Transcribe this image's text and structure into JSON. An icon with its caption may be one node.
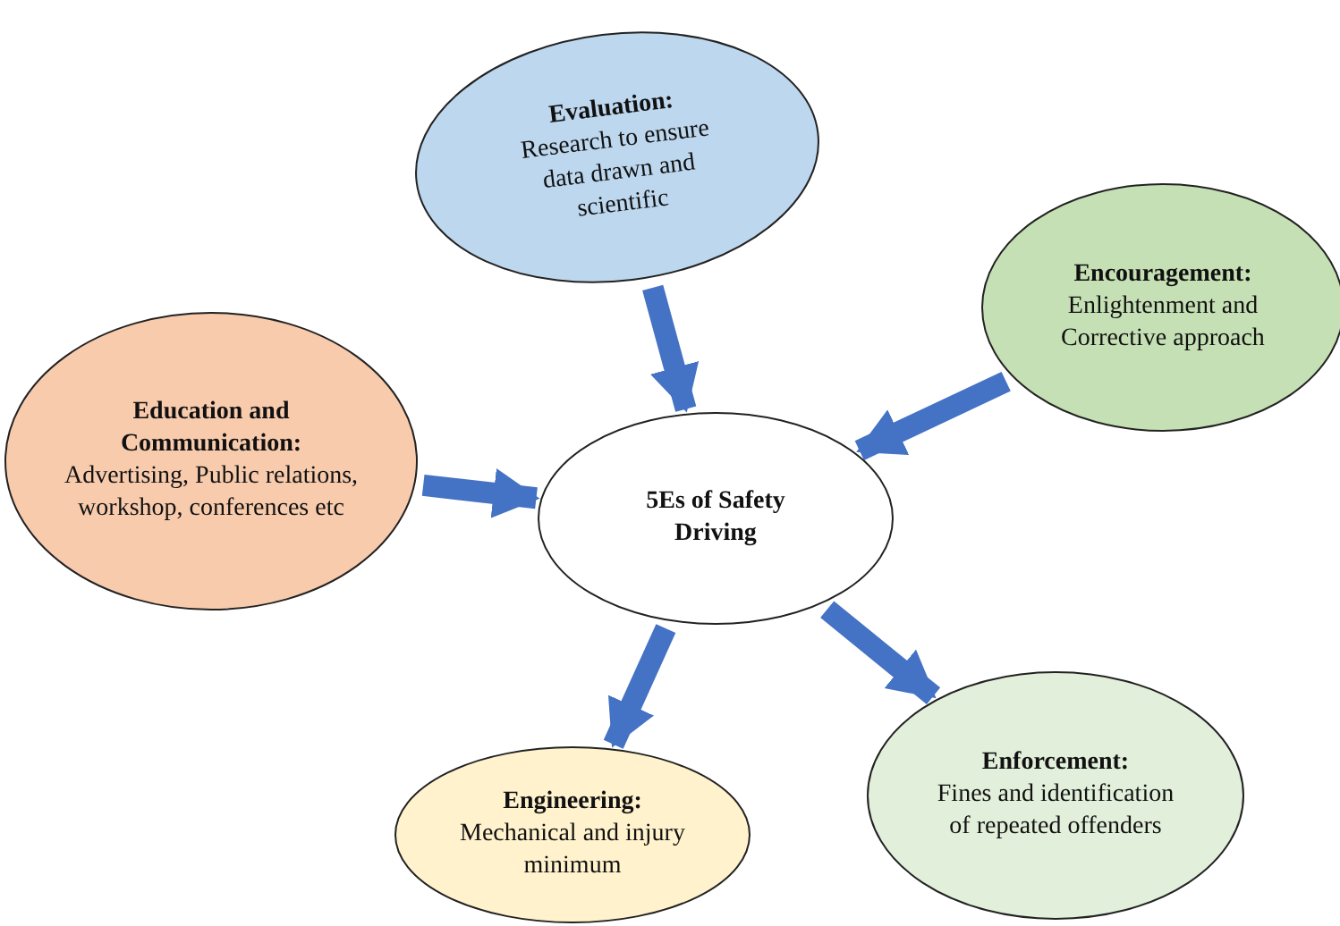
{
  "diagram": {
    "nodes": [
      {
        "text": [
          "Evaluation:",
          "Research to ensure data drawn and scientific"
        ]
      },
      {
        "text": [
          "Encouragement:",
          "Enlightenment and Corrective approach"
        ]
      },
      {
        "text": [
          "Education and Communication:",
          "Advertising, Public relations, workshop, conferences etc"
        ]
      },
      {
        "text": [
          "5Es of Safety Driving"
        ]
      },
      {
        "text": [
          "Engineering:",
          "Mechanical and injury minimum"
        ]
      },
      {
        "text": [
          "Enforcement:",
          "Fines and identification of repeated offenders"
        ]
      }
    ],
    "edges": [
      {
        "from": 0,
        "to": 3,
        "arrow": "to"
      },
      {
        "from": 1,
        "to": 3,
        "arrow": "to"
      },
      {
        "from": 2,
        "to": 3,
        "arrow": "to"
      },
      {
        "from": 3,
        "to": 4,
        "arrow": "to"
      },
      {
        "from": 3,
        "to": 5,
        "arrow": "to"
      }
    ]
  }
}
